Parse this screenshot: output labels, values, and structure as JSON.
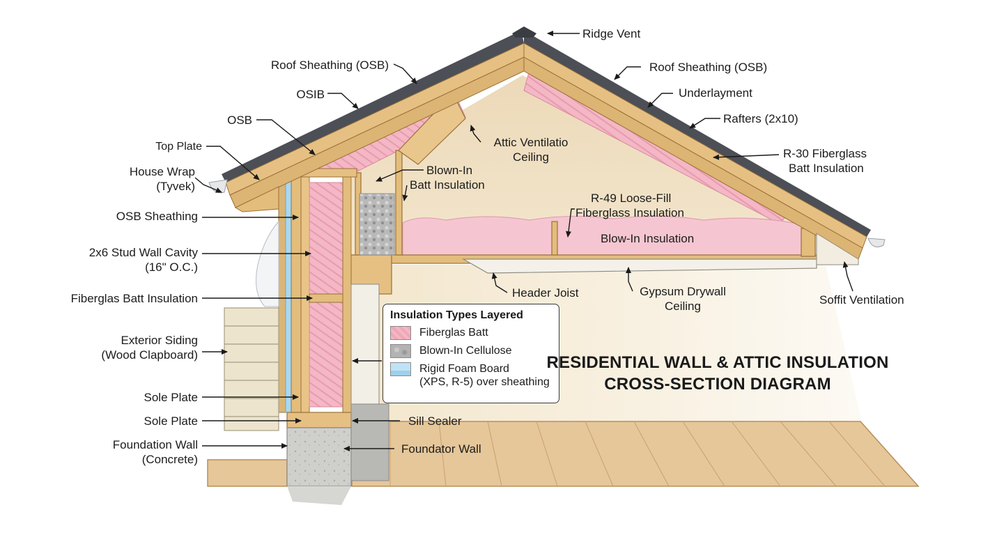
{
  "title": {
    "line1": "RESIDENTIAL WALL & ATTIC INSULATION",
    "line2": "CROSS-SECTION DIAGRAM"
  },
  "labels": {
    "ridge_vent": "Ridge Vent",
    "roof_sheathing_left": "Roof Sheathing (OSB)",
    "osib": "OSIB",
    "osb": "OSB",
    "top_plate": "Top Plate",
    "house_wrap_1": "House Wrap",
    "house_wrap_2": "(Tyvek)",
    "osb_sheathing": "OSB Sheathing",
    "stud_wall_1": "2x6 Stud Wall Cavity",
    "stud_wall_2": "(16\" O.C.)",
    "fiberglas_batt_left": "Fiberglas Batt Insulation",
    "exterior_siding_1": "Exterior Siding",
    "exterior_siding_2": "(Wood Clapboard)",
    "sole_plate_1": "Sole Plate",
    "sole_plate_2": "Sole Plate",
    "foundation_wall_left_1": "Foundation Wall",
    "foundation_wall_left_2": "(Concrete)",
    "attic_ventilation_1": "Attic Ventilatio",
    "attic_ventilation_2": "Ceiling",
    "blown_in_batt_1": "Blown-In",
    "blown_in_batt_2": "Batt Insulation",
    "roof_sheathing_right": "Roof Sheathing (OSB)",
    "underlayment": "Underlayment",
    "rafters": "Rafters (2x10)",
    "r30_1": "R-30 Fiberglass",
    "r30_2": "Batt Insulation",
    "r49_1": "R-49 Loose-Fill",
    "r49_2": "Fiberglass Insulation",
    "blow_in_insulation": "Blow-In Insulation",
    "header_joist": "Header Joist",
    "gypsum_1": "Gypsum Drywall",
    "gypsum_2": "Ceiling",
    "soffit_ventilation": "Soffit Ventilation",
    "sill_sealer": "Sill Sealer",
    "foundator_wall": "Foundator Wall"
  },
  "legend": {
    "title": "Insulation Types Layered",
    "items": [
      {
        "label": "Fiberglas Batt"
      },
      {
        "label": "Blown-In Cellulose"
      },
      {
        "label": "Rigid Foam Board",
        "label2": "(XPS, R-5) over sheathing"
      }
    ]
  },
  "colors": {
    "fiberglass_pink": "#f2b3c2",
    "lumber": "#e3bd7c",
    "lumber_edge": "#9a7038",
    "shingle": "#4a4d52",
    "foam_blue": "#a9d8f0",
    "concrete": "#c9c9c6",
    "attic_wall": "#f0e2c6",
    "deck_wood": "#e5c596"
  }
}
